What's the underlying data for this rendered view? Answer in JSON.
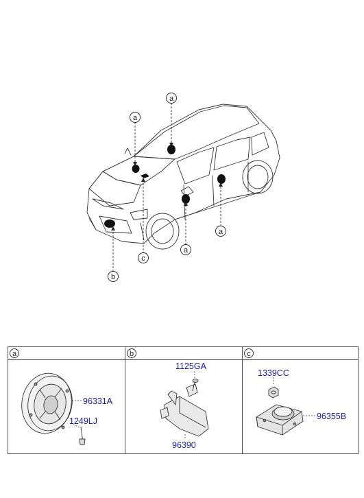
{
  "vehicle_callouts": {
    "roof_left": "a",
    "roof_top": "a",
    "rear_door": "a",
    "front_door": "a",
    "dash": "c",
    "front": "b"
  },
  "parts_table": {
    "columns": [
      {
        "letter": "a",
        "parts": [
          "96331A",
          "1249LJ"
        ]
      },
      {
        "letter": "b",
        "parts": [
          "1125GA",
          "96390"
        ]
      },
      {
        "letter": "c",
        "parts": [
          "1339CC",
          "96355B"
        ]
      }
    ]
  }
}
